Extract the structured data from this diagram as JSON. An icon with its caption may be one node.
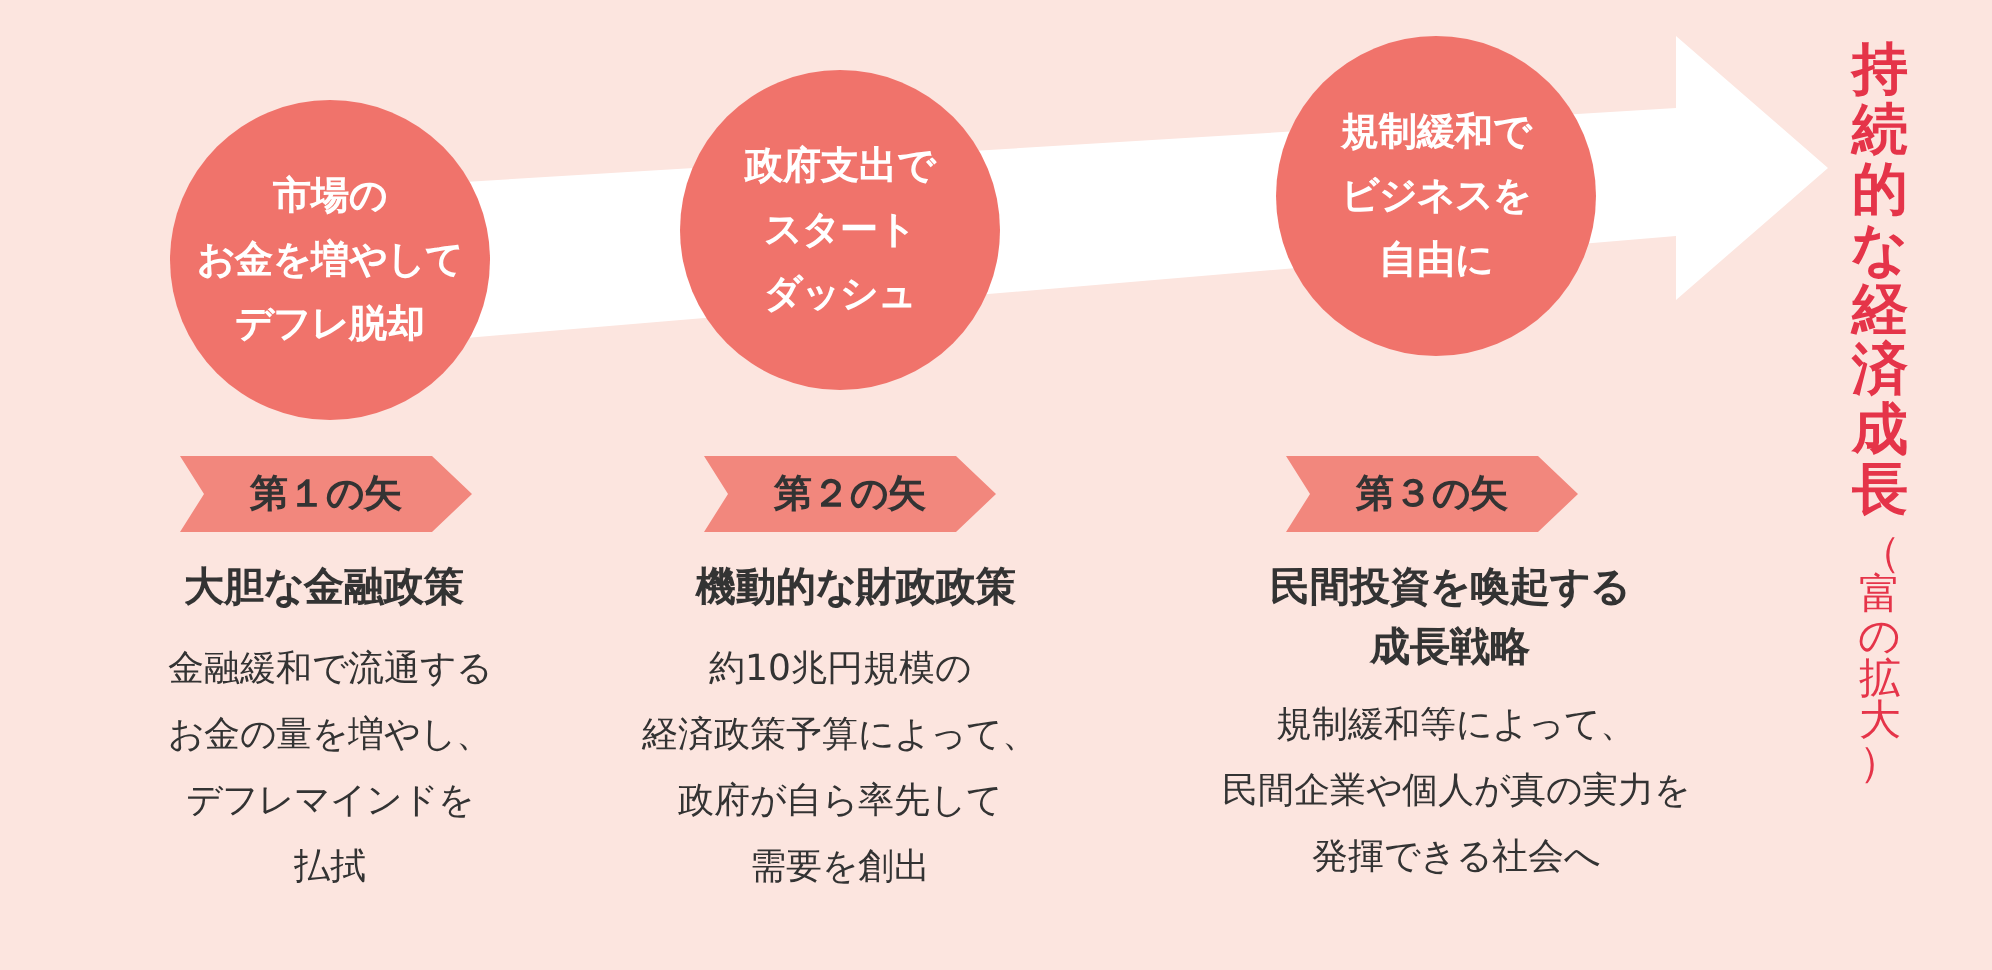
{
  "diagram": {
    "nodes": [
      {
        "text": [
          "市場のお金を増やしてデフレ脱却"
        ]
      },
      {
        "text": [
          "政府支出でスタートダッシュ"
        ]
      },
      {
        "text": [
          "規制緩和でビジネスを自由に"
        ]
      },
      {
        "text": [
          "第１の矢"
        ],
        "beside": [
          "大胆な金融政策",
          "金融緩和で流通するお金の量を増やし、デフレマインドを払拭"
        ]
      },
      {
        "text": [
          "第２の矢"
        ],
        "beside": [
          "機動的な財政政策",
          "約10兆円規模の経済政策予算によって、政府が自ら率先して需要を創出"
        ]
      },
      {
        "text": [
          "第３の矢"
        ],
        "beside": [
          "民間投資を喚起する成長戦略",
          "規制緩和等によって、民間企業や個人が真の実力を発揮できる社会へ"
        ]
      },
      {
        "text": [
          "持続的な経済成長",
          "（富の拡大）"
        ]
      }
    ],
    "edges": [
      {
        "from": null,
        "to": 6,
        "arrow": "to"
      }
    ]
  }
}
